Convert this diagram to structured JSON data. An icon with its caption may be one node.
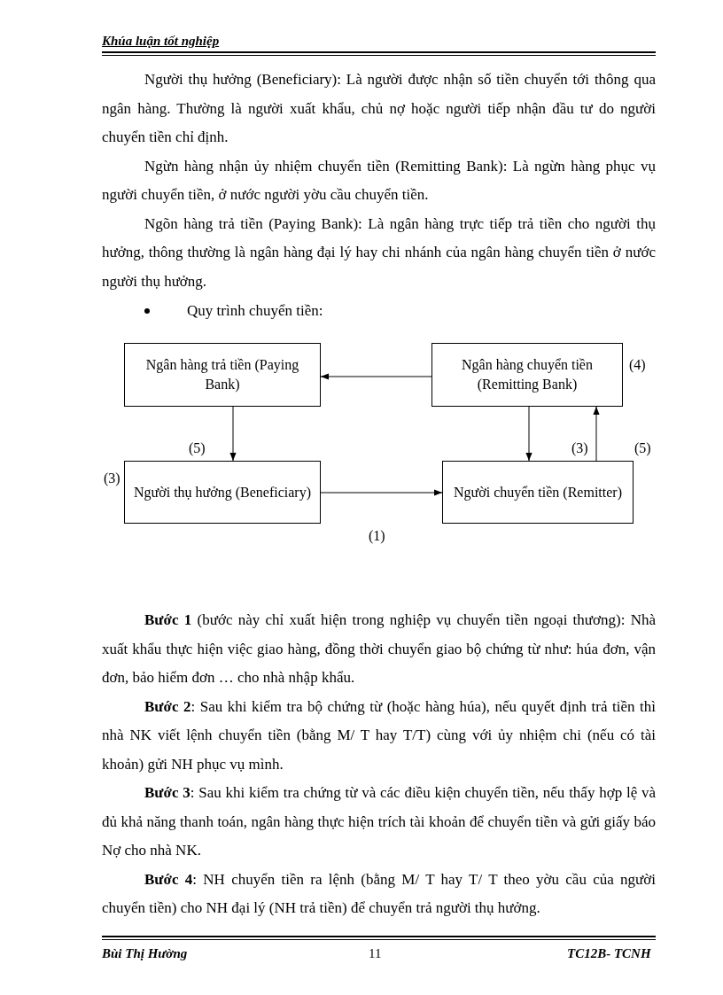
{
  "diagram": {
    "nodes": [
      {
        "text": [
          "Ngân hàng trả tiền (Paying Bank)"
        ]
      },
      {
        "text": [
          "Ngân hàng chuyển tiền (Remitting Bank)"
        ]
      },
      {
        "text": [
          "Người thụ hưởng (Beneficiary)"
        ]
      },
      {
        "text": [
          "Người chuyển tiền (Remitter)"
        ]
      }
    ],
    "edges": [
      {
        "from": 1,
        "to": 0,
        "arrow": "to"
      },
      {
        "from": 0,
        "to": 2,
        "arrow": "to"
      },
      {
        "from": 2,
        "to": 3,
        "arrow": "to"
      },
      {
        "from": 1,
        "to": 3,
        "arrow": "to"
      },
      {
        "from": 3,
        "to": 1,
        "arrow": "to"
      }
    ],
    "labels": [
      "Khúa luận tốt nghiệp",
      "Người thụ hưởng (Beneficiary): Là người được nhận số tiền chuyển tới thông qua ngân hàng. Thường là người xuất khẩu, chủ nợ hoặc người tiếp nhận đầu tư do người chuyển tiền chỉ định.",
      "Ngừn hàng nhận ủy nhiệm chuyển tiền (Remitting Bank): Là ngừn hàng phục vụ người chuyển tiền, ở nước người yờu cầu chuyển tiền.",
      "Ngõn hàng trả tiền (Paying Bank): Là ngân hàng trực tiếp trả tiền cho người thụ hưởng, thông thường là ngân hàng đại lý hay chi nhánh của ngân hàng chuyển tiền ở nước người thụ hưởng.",
      "Quy trình chuyển tiền:",
      "(4)",
      "(5)",
      "(3)",
      "(5)",
      "(3)",
      "(1)",
      "**Bước 1** (bước này chỉ xuất hiện trong nghiệp vụ chuyển tiền ngoại thương): Nhà xuất khẩu thực hiện việc giao hàng, đồng thời chuyển giao bộ chứng từ như: húa đơn, vận đơn, bảo hiểm đơn … cho nhà nhập khẩu.",
      "**Bước 2**: Sau khi kiểm tra bộ chứng từ (hoặc hàng húa), nếu quyết định trả tiền thì nhà NK viết lệnh chuyển tiền (bằng M/ T hay T/T) cùng với ủy nhiệm chi (nếu có tài khoản) gửi NH phục vụ mình.",
      "**Bước 3**: Sau khi kiểm tra chứng từ và các điều kiện chuyển tiền, nếu thấy hợp lệ và đủ khả năng thanh toán, ngân hàng thực hiện trích tài khoản để chuyển tiền và gửi giấy báo Nợ cho nhà NK.",
      "**Bước 4**: NH chuyển tiền ra lệnh (bằng M/ T hay T/ T theo yờu cầu của người chuyển tiền) cho NH đại lý (NH trả tiền) để chuyển trả người thụ hưởng.",
      "Bùi Thị Hường",
      "11",
      "TC12B- TCNH"
    ]
  }
}
